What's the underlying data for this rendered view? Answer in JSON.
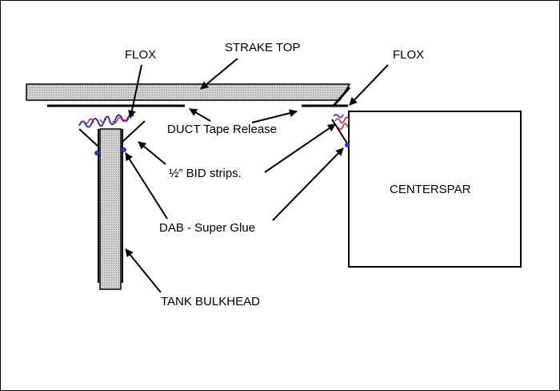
{
  "labels": {
    "flox_left": "FLOX",
    "strake_top": "STRAKE TOP",
    "flox_right": "FLOX",
    "duct_tape": "DUCT Tape Release",
    "bid_strips": "½” BID strips.",
    "centerspar": "CENTERSPAR",
    "dab_super_glue": "DAB - Super Glue",
    "tank_bulkhead": "TANK BULKHEAD"
  },
  "colors": {
    "stroke": "#000000",
    "strake_fill": "#c8c8c8",
    "bulkhead_fill": "#c8c8c8",
    "flox": "#2233cc",
    "flox_accent": "#cc2233",
    "glue_dab": "#1a3fbf"
  }
}
